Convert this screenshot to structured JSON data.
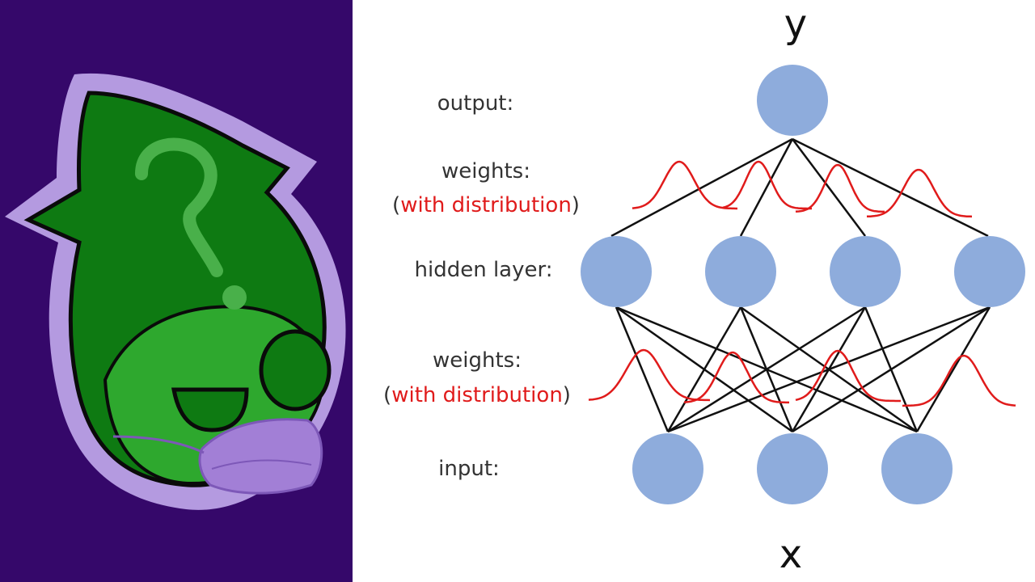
{
  "labels": {
    "y": "y",
    "x": "x",
    "output": "output:",
    "weights_top": "weights:",
    "weights_top_paren_open": "(",
    "weights_top_note": "with distribution",
    "weights_top_paren_close": ")",
    "hidden": "hidden layer:",
    "weights_bottom": "weights:",
    "weights_bottom_paren_open": "(",
    "weights_bottom_note": "with distribution",
    "weights_bottom_paren_close": ")",
    "input": "input:"
  },
  "colors": {
    "background_left": "#35086a",
    "node_fill": "#8eacdc",
    "edge": "#111111",
    "distribution_curve": "#e01b1b",
    "label_text": "#333333",
    "note_text": "#e01b1b",
    "mascot_green": "#1e8c1e",
    "mascot_outline": "#b49ae0",
    "mask_purple": "#a27fd6"
  },
  "network": {
    "layers": {
      "output_count": 1,
      "hidden_count": 4,
      "input_count": 3
    }
  },
  "icons": {
    "mascot": "green-creature-with-question-mark-and-mask"
  }
}
